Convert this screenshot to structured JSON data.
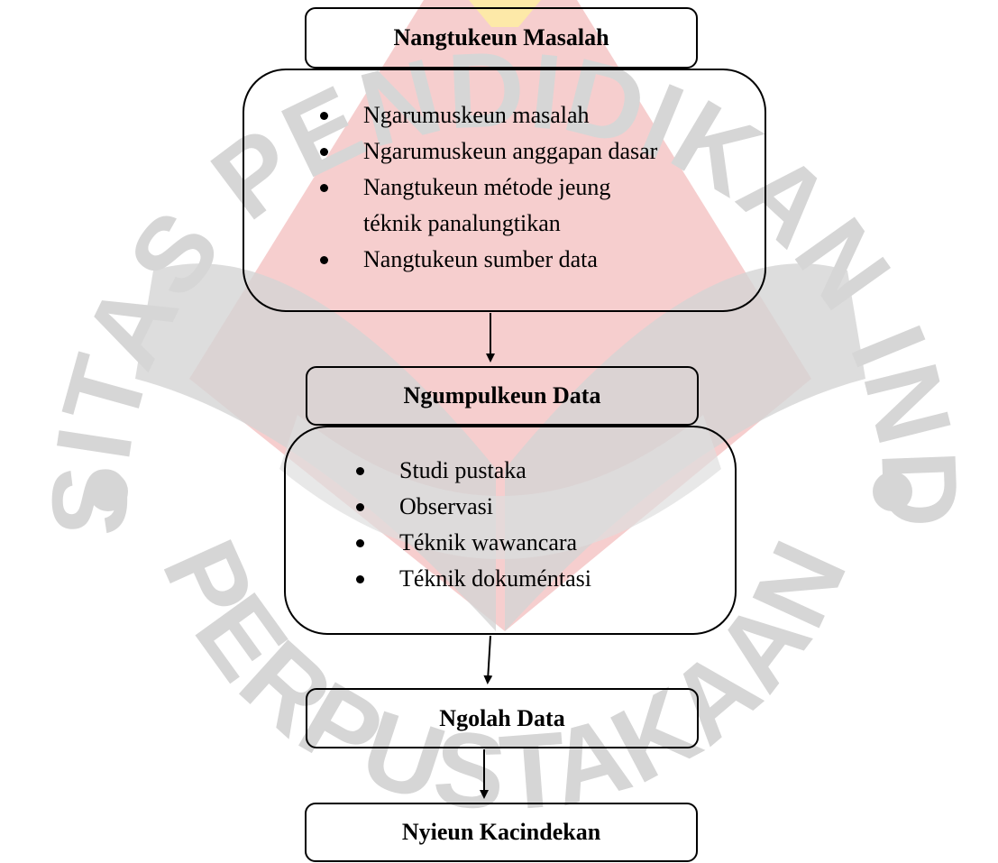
{
  "watermark": {
    "ring_text": "UNIVERSITAS PENDIDIKAN INDONESIA",
    "bottom_text": "PERPUSTAKAAN",
    "colors": {
      "ring_gray": "#d9d9d9",
      "emblem_gray": "#cfcfcf",
      "flame_red": "#f4c6c6",
      "flame_yellow": "#fde9a8"
    }
  },
  "flowchart": {
    "step1": {
      "title": "Nangtukeun Masalah",
      "items": [
        "Ngarumuskeun masalah",
        "Ngarumuskeun anggapan dasar",
        "Nangtukeun métode  jeung",
        "Nangtukeun sumber data"
      ],
      "item3_continuation": "téknik panalungtikan"
    },
    "step2": {
      "title": "Ngumpulkeun Data",
      "items": [
        "Studi pustaka",
        "Observasi",
        "Téknik wawancara",
        "Téknik dokuméntasi"
      ]
    },
    "step3": {
      "title": "Ngolah Data"
    },
    "step4": {
      "title": "Nyieun Kacindekan"
    }
  }
}
